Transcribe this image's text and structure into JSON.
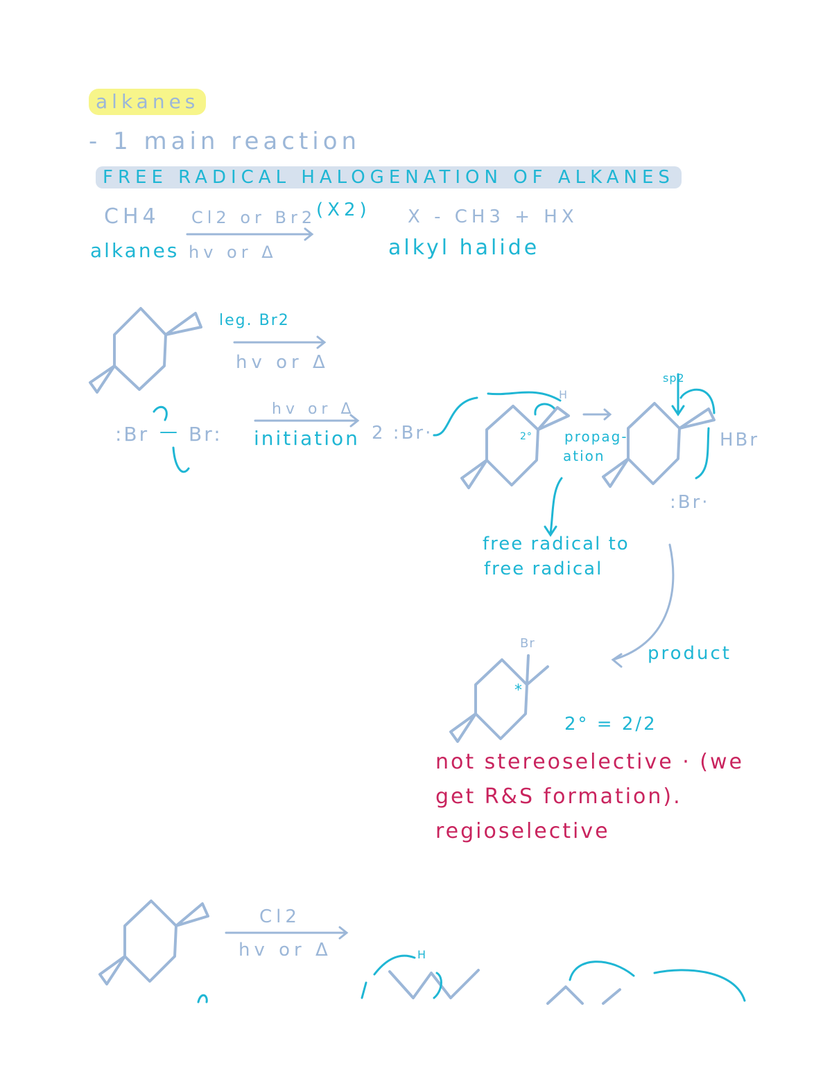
{
  "title": "alkanes",
  "bullet": "- 1 main reaction",
  "heading": "FREE RADICAL HALOGENATION OF ALKANES",
  "reaction1": {
    "reactant": "CH4",
    "reactant_label": "alkanes",
    "reagent_top": "Cl2 or Br2",
    "reagent_x2": "(X2)",
    "reagent_bottom": "hv or Δ",
    "product": "X - CH3 + HX",
    "product_label": "alkyl halide"
  },
  "reaction2": {
    "reagent_top": "leg. Br2",
    "reagent_bottom": "hv or Δ"
  },
  "initiation": {
    "br_left": ":Br",
    "bond": "—",
    "br_right": "Br:",
    "arrow_top": "hv or Δ",
    "arrow_label": "initiation",
    "radicals": "2 :Br·"
  },
  "propagation": {
    "label_line1": "propag-",
    "label_line2": "ation",
    "h_label": "H",
    "step_label": "2°",
    "note_line1": "free radical to",
    "note_line2": "free radical",
    "sp2_label": "sp2",
    "hbr": "HBr",
    "br_radical": ":Br·"
  },
  "product": {
    "label": "product",
    "br_label": "Br",
    "star": "*",
    "ratio": "2° = 2/2"
  },
  "notes": [
    "not stereoselective · (we",
    "get R&S formation).",
    "regioselective"
  ],
  "reaction3": {
    "reagent_top": "Cl2",
    "reagent_bottom": "hv or Δ",
    "h_label": "H"
  },
  "colors": {
    "pencil_blue": "#9cb7d8",
    "cyan": "#1fb6d4",
    "pink": "#c9245e",
    "highlight_yellow": "#f7f58a",
    "highlight_blue": "#d6e1ee"
  }
}
